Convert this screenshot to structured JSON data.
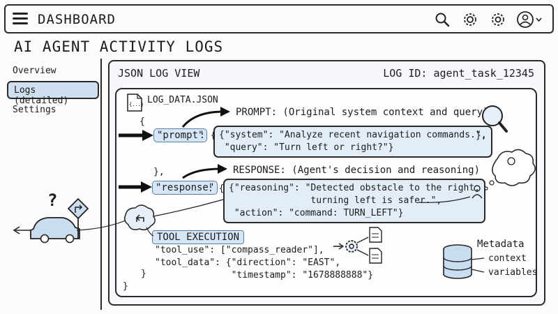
{
  "header": {
    "title": "DASHBOARD"
  },
  "page": {
    "title": "AI AGENT ACTIVITY LOGS"
  },
  "sidebar": {
    "items": [
      {
        "label": "Overview"
      },
      {
        "label": "Logs (detailed)"
      },
      {
        "label": "Settings"
      }
    ]
  },
  "panel": {
    "title": "JSON LOG VIEW",
    "log_id": "LOG ID: agent_task_12345",
    "file_name": "LOG_DATA.JSON",
    "file_icon_text": "{...}"
  },
  "log": {
    "open_brace": "{",
    "prompt_key": "\"prompt\"",
    "prompt_colon": ": {",
    "prompt_heading": "PROMPT: (Original system context and query)",
    "prompt_body": "{\"system\": \"Analyze recent navigation commands.\",\n \"query\": \"Turn left or right?\"}",
    "prompt_close": "},",
    "prompt_end": "},",
    "response_key": "\"response\"",
    "response_colon": ": {",
    "response_heading": "RESPONSE: (Agent's decision and reasoning)",
    "response_body": "{\"reasoning\": \"Detected obstacle to the right,\n               turning left is safer.\",\n \"action\": \"command: TURN_LEFT\"}",
    "tool_title": "TOOL EXECUTION",
    "tool_body": "\"tool_use\": [\"compass_reader\"],\n\"tool_data\": {\"direction\": \"EAST\",\n              \"timestamp\": \"1678888888\"}",
    "tool_close": "}",
    "close_brace": "}"
  },
  "metadata": {
    "title": "Metadata",
    "items": [
      "context",
      "variables"
    ]
  },
  "scene": {
    "question_mark": "?"
  },
  "icons": [
    "menu-icon",
    "search-icon",
    "gear-icon",
    "settings-icon",
    "user-avatar-icon",
    "chevron-down-icon"
  ]
}
